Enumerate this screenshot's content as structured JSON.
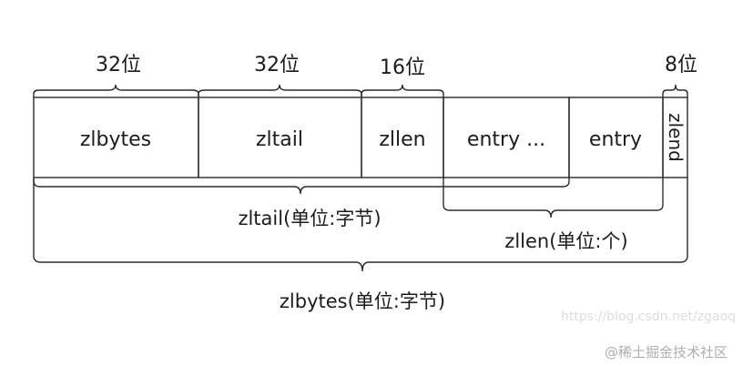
{
  "diagram": {
    "cells": {
      "zlbytes": "zlbytes",
      "zltail": "zltail",
      "zllen": "zllen",
      "entry_more": "entry ...",
      "entry": "entry",
      "zlend": "zlend"
    },
    "widths": {
      "zlbytes": "32位",
      "zltail": "32位",
      "zllen": "16位",
      "zlend": "8位"
    },
    "measures": {
      "zltail": "zltail(单位:字节)",
      "zllen": "zllen(单位:个)",
      "zlbytes": "zlbytes(单位:字节)"
    }
  },
  "watermark": {
    "url": "https://blog.csdn.net/zgaoq",
    "brand": "@稀土掘金技术社区"
  },
  "colors": {
    "stroke": "#2b2b2b",
    "text": "#1c1c1c",
    "background": "#ffffff"
  }
}
